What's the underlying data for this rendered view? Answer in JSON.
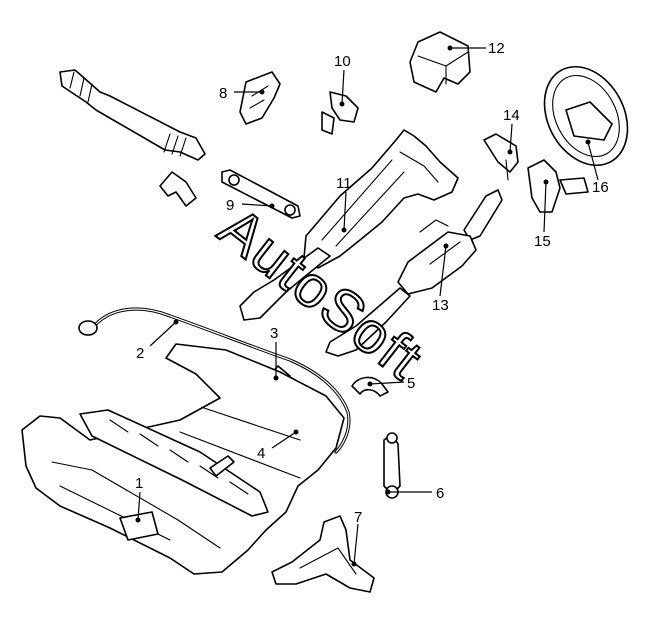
{
  "callouts": [
    "1",
    "2",
    "3",
    "4",
    "5",
    "6",
    "7",
    "8",
    "9",
    "10",
    "11",
    "12",
    "13",
    "14",
    "15",
    "16"
  ],
  "watermark": "AutoSoft"
}
